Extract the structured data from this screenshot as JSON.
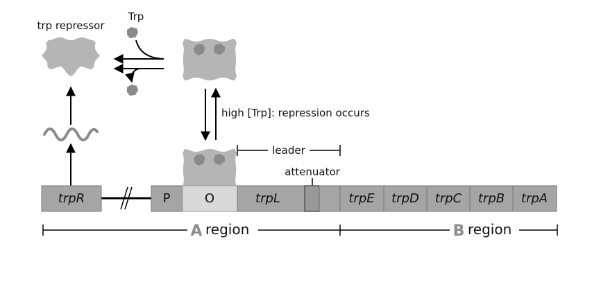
{
  "labels": {
    "trp_repressor": "trp repressor",
    "trp": "Trp",
    "repression_note": "high [Trp]: repression occurs",
    "leader": "leader",
    "attenuator": "attenuator"
  },
  "operon": {
    "regulator_gene": "trpR",
    "promoter": "P",
    "operator": "O",
    "leader_gene": "trpL",
    "structural_genes": [
      "trpE",
      "trpD",
      "trpC",
      "trpB",
      "trpA"
    ]
  },
  "regions": {
    "a_letter": "A",
    "a_word": "region",
    "b_letter": "B",
    "b_word": "region"
  },
  "colors": {
    "gene_dark": "#a5a5a5",
    "gene_light": "#d9d9d9",
    "protein": "#b5b5b5",
    "trp_ligand": "#8a8a8a",
    "region_letter": "#8c8c8c"
  }
}
